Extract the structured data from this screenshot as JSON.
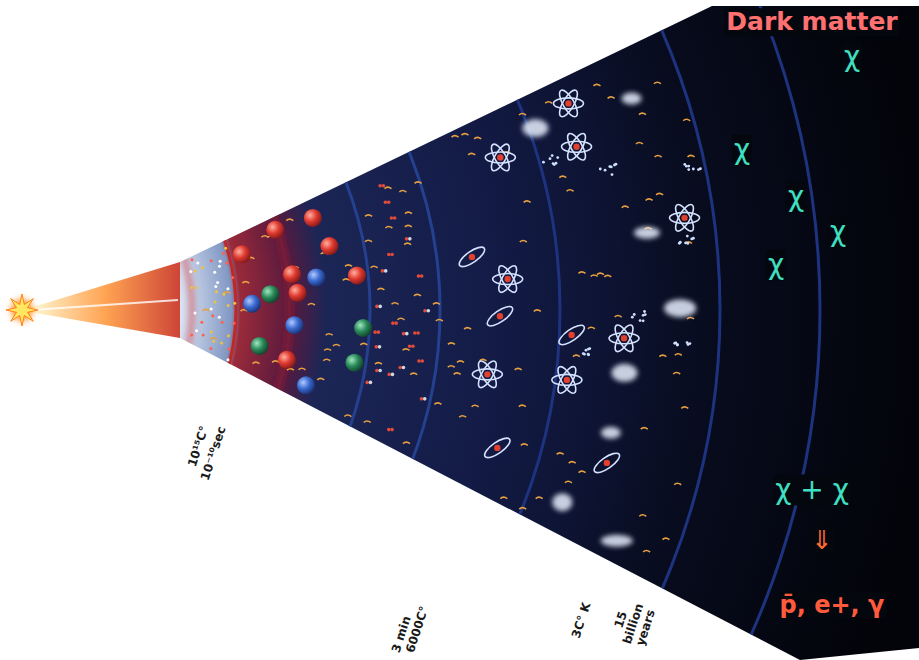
{
  "diagram": {
    "labels": [
      "Dark matter",
      "χ",
      "χ",
      "χ",
      "χ",
      "χ",
      "χ + χ",
      "⇓",
      "p̄, e+, γ",
      "10¹⁵C°",
      "10⁻¹⁰sec",
      "3 min",
      "6000C°",
      "3C° K",
      "15 billion years"
    ]
  }
}
